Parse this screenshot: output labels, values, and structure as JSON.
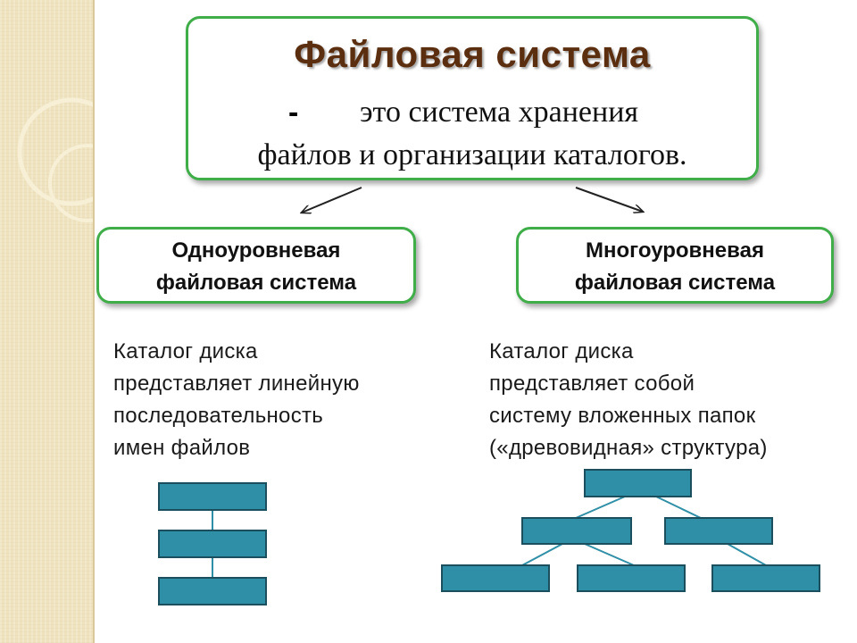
{
  "title": {
    "heading": "Файловая система",
    "dash": "-",
    "line1": "это система хранения",
    "line2": "файлов и организации каталогов."
  },
  "branches": [
    {
      "heading_line1": "Одноуровневая",
      "heading_line2": "файловая система",
      "description": [
        "Каталог диска",
        "представляет линейную",
        "последовательность",
        "имен файлов"
      ]
    },
    {
      "heading_line1": "Многоуровневая",
      "heading_line2": "файловая система",
      "description": [
        "Каталог диска",
        "представляет собой",
        "систему вложенных папок",
        "(«древовидная» структура)"
      ]
    }
  ],
  "colors": {
    "box_border": "#3fae49",
    "title_text": "#5b2e10",
    "node_fill": "#2e8fa6",
    "node_border": "#1c4f5e",
    "side_strip": "#efe3bf"
  }
}
